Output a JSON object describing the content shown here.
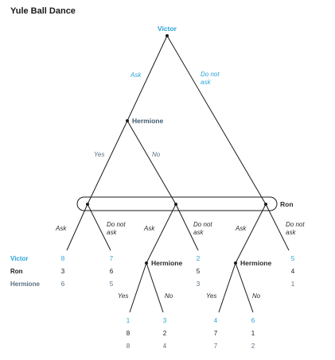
{
  "title": "Yule Ball Dance",
  "players": {
    "victor": "Victor",
    "hermione": "Hermione",
    "ron": "Ron"
  },
  "labels": {
    "ask": "Ask",
    "do_not": "Do not",
    "ask_line2": "ask",
    "yes": "Yes",
    "no": "No"
  },
  "row_labels": {
    "victor": "Victor",
    "ron": "Ron",
    "hermione": "Hermione"
  },
  "payoffs_upper": [
    {
      "victor": "8",
      "ron": "3",
      "hermione": "6"
    },
    {
      "victor": "7",
      "ron": "6",
      "hermione": "5"
    },
    {
      "victor": "2",
      "ron": "5",
      "hermione": "3"
    },
    {
      "victor": "5",
      "ron": "4",
      "hermione": "1"
    }
  ],
  "payoffs_lower": [
    {
      "victor": "1",
      "ron": "8",
      "hermione": "8"
    },
    {
      "victor": "3",
      "ron": "2",
      "hermione": "4"
    },
    {
      "victor": "4",
      "ron": "7",
      "hermione": "7"
    },
    {
      "victor": "6",
      "ron": "1",
      "hermione": "2"
    }
  ],
  "colors": {
    "victor": "#29a3d6",
    "ron": "#1a1a1a",
    "hermione": "#5a7080"
  }
}
